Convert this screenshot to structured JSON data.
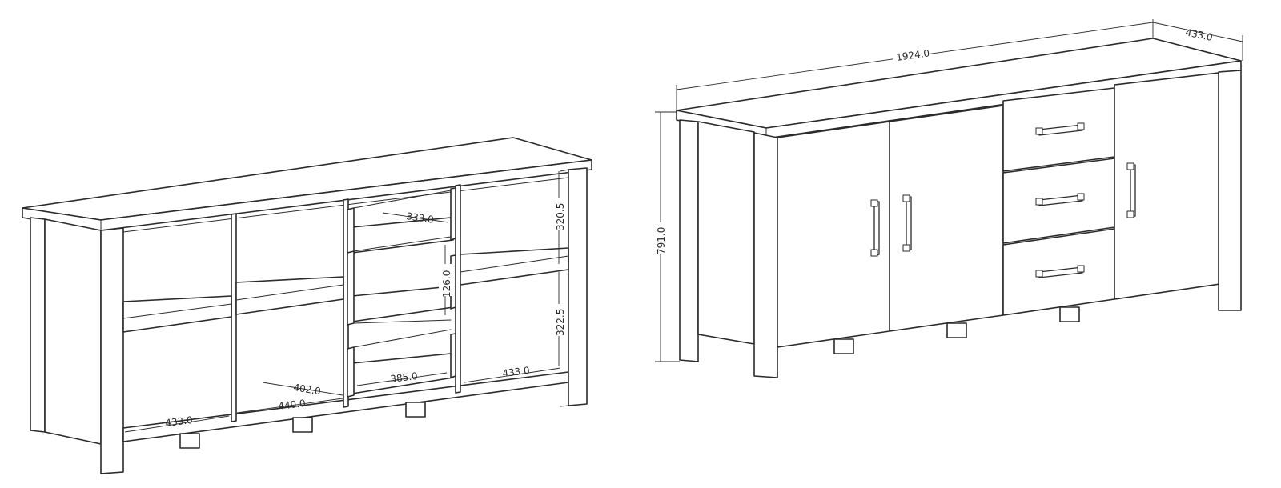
{
  "views": {
    "open_view": {
      "dimensions": {
        "shelf_height_upper": "320.5",
        "shelf_height_lower": "322.5",
        "drawer_width": "333.0",
        "drawer_height": "126.0",
        "drawer_inner_width": "385.0",
        "compartment_depth_right": "433.0",
        "compartment_depth_left": "433.0",
        "compartment_width_402": "402.0",
        "compartment_width_440": "440.0"
      }
    },
    "closed_view": {
      "dimensions": {
        "overall_width": "1924.0",
        "overall_depth": "433.0",
        "overall_height": "791.0"
      }
    }
  }
}
